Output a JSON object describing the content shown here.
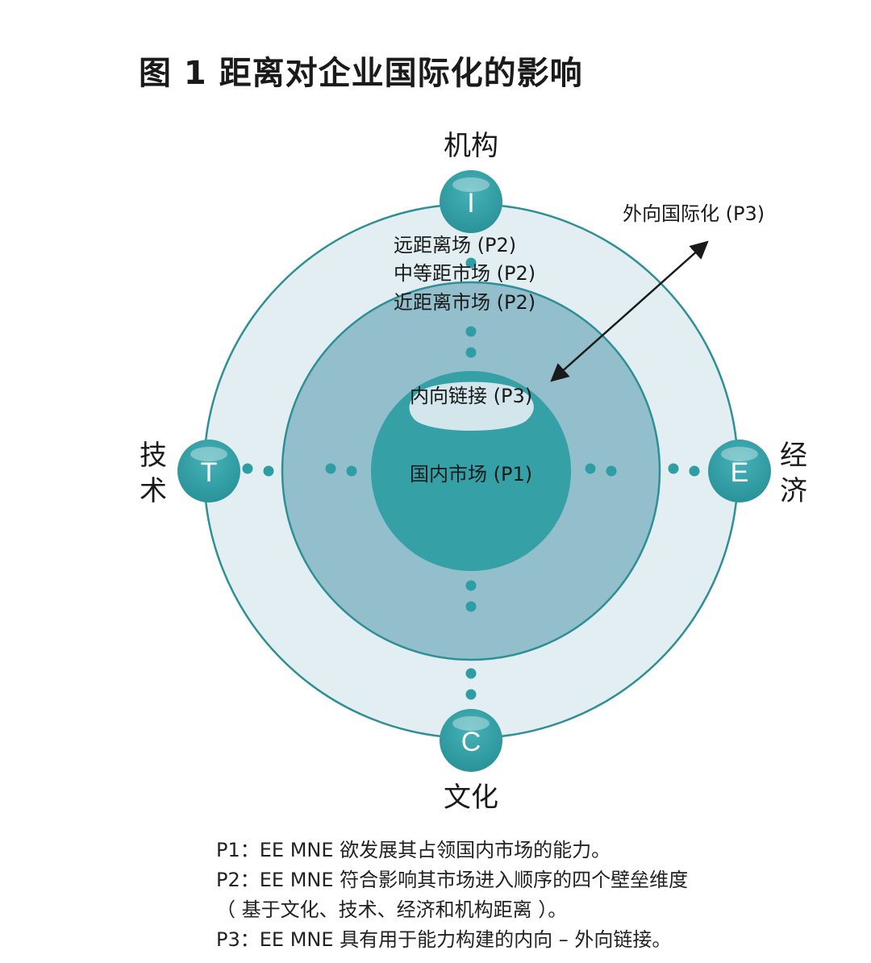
{
  "figure": {
    "title": "图 1  距离对企业国际化的影响"
  },
  "diagram": {
    "nodes": {
      "top": {
        "letter": "I",
        "label": "机构"
      },
      "left": {
        "letter": "T",
        "label_line1": "技",
        "label_line2": "术"
      },
      "right": {
        "letter": "E",
        "label_line1": "经",
        "label_line2": "济"
      },
      "bottom": {
        "letter": "C",
        "label": "文化"
      }
    },
    "rings": {
      "far": "远距离场 (P2)",
      "medium": "中等距市场 (P2)",
      "near": "近距离市场 (P2)",
      "inward": "内向链接 (P3)",
      "domestic": "国内市场 (P1)",
      "outward": "外向国际化 (P3)"
    },
    "colors": {
      "outer_ring": "#e2eef1",
      "middle_ring": "#93bfcc",
      "core": "#36a0a7",
      "highlight": "#d3e6ec",
      "node": "#2f9da4",
      "border": "#2f8f96",
      "dot": "#2f9da4"
    }
  },
  "notes": [
    "P1：EE MNE 欲发展其占领国内市场的能力。",
    "P2：EE MNE 符合影响其市场进入顺序的四个壁垒维度",
    "（ 基于文化、技术、经济和机构距离 ）。",
    "P3：EE MNE 具有用于能力构建的内向 – 外向链接。"
  ]
}
